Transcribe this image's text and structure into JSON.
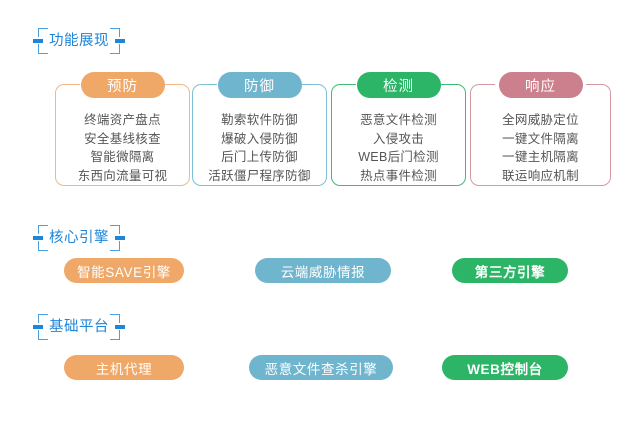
{
  "page": {
    "background": "#ffffff",
    "header_color": "#1e86d8"
  },
  "sections": [
    {
      "id": "features",
      "title": "功能展现",
      "cards": [
        {
          "title": "预防",
          "color": "#f0a868",
          "border_color": "#f0b887",
          "items": [
            "终端资产盘点",
            "安全基线核查",
            "智能微隔离",
            "东西向流量可视"
          ]
        },
        {
          "title": "防御",
          "color": "#6fb5ce",
          "border_color": "#7cc0d8",
          "items": [
            "勒索软件防御",
            "爆破入侵防御",
            "后门上传防御",
            "活跃僵尸程序防御"
          ]
        },
        {
          "title": "检测",
          "color": "#2cb567",
          "border_color": "#3dbd73",
          "items": [
            "恶意文件检测",
            "入侵攻击",
            "WEB后门检测",
            "热点事件检测"
          ]
        },
        {
          "title": "响应",
          "color": "#cc7f8c",
          "border_color": "#d49aa4",
          "items": [
            "全网威胁定位",
            "一键文件隔离",
            "一键主机隔离",
            "联运响应机制"
          ]
        }
      ]
    },
    {
      "id": "core-engine",
      "title": "核心引擎",
      "pills": [
        {
          "label": "智能SAVE引擎",
          "color": "#f0a868",
          "bold": false
        },
        {
          "label": "云端威胁情报",
          "color": "#6fb5ce",
          "bold": false
        },
        {
          "label": "第三方引擎",
          "color": "#2cb567",
          "bold": true
        }
      ]
    },
    {
      "id": "base-platform",
      "title": "基础平台",
      "pills": [
        {
          "label": "主机代理",
          "color": "#f0a868",
          "bold": false
        },
        {
          "label": "恶意文件查杀引擎",
          "color": "#6fb5ce",
          "bold": false
        },
        {
          "label": "WEB控制台",
          "color": "#2cb567",
          "bold": true
        }
      ]
    }
  ]
}
